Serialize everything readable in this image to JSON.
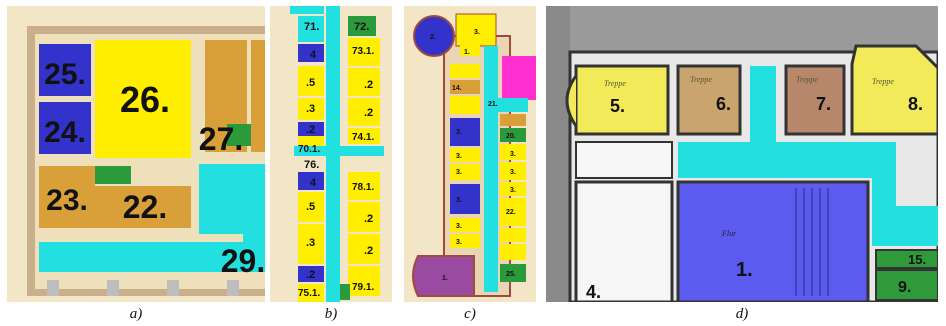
{
  "panels": [
    {
      "caption": "a)",
      "rooms": [
        {
          "label": "25.",
          "color": "#3333cc"
        },
        {
          "label": "26.",
          "color": "#ffee00"
        },
        {
          "label": "24.",
          "color": "#3333cc"
        },
        {
          "label": "27.",
          "color": "#2a9a3a"
        },
        {
          "label": "23.",
          "color": "#d9a03a"
        },
        {
          "label": "22.",
          "color": "#d9a03a"
        },
        {
          "label": "29.",
          "color": "#22e0e0"
        }
      ]
    },
    {
      "caption": "b)",
      "labels_left": [
        "71.",
        "4",
        ".5",
        ".3",
        ".2",
        "70.1.",
        "76.",
        "4",
        ".5",
        ".3",
        ".2",
        "75.1."
      ],
      "labels_right": [
        "72.",
        "73.1.",
        ".2",
        ".2",
        "74.1.",
        "78.1.",
        ".2",
        ".2",
        "79.1."
      ]
    },
    {
      "caption": "c)",
      "labels": [
        "2.",
        "3.",
        "1.",
        "14.",
        "21.",
        "3.",
        "3.",
        "3.",
        "3.",
        "20.",
        "3.",
        "3.",
        "3.",
        "22.",
        "3.",
        "3.",
        "1.",
        "25."
      ]
    },
    {
      "caption": "d)",
      "rooms": [
        {
          "label": "5.",
          "color": "#f3ea5a"
        },
        {
          "label": "6.",
          "color": "#c9a46e"
        },
        {
          "label": "7.",
          "color": "#b7876b"
        },
        {
          "label": "8.",
          "color": "#f3ea5a"
        },
        {
          "label": "1.",
          "color": "#5b5bf0"
        },
        {
          "label": "15.",
          "color": "#2f9a3a"
        },
        {
          "label": "9.",
          "color": "#2f9a3a"
        },
        {
          "label": "4.",
          "color": "#ffffff"
        }
      ],
      "handwritten": [
        "Treppe",
        "Treppe",
        "Treppe",
        "Treppe",
        "Flur"
      ]
    }
  ],
  "colors": {
    "paper": "#f3e6c6",
    "wall": "#c9b08a",
    "yellow": "#ffee00",
    "blue": "#3333cc",
    "cyan": "#22e0e0",
    "orange": "#d9a03a",
    "green": "#2a9a3a",
    "magenta": "#ff2fd0",
    "purple": "#9a4aa0"
  }
}
